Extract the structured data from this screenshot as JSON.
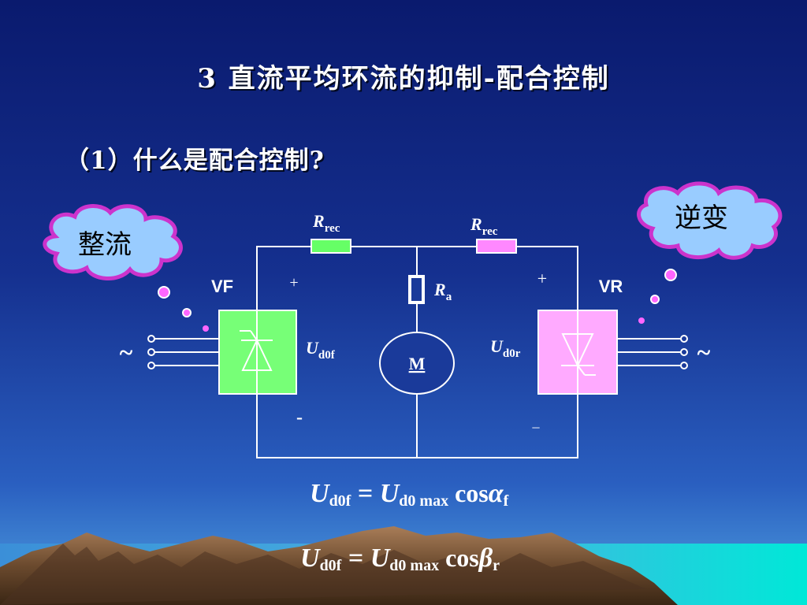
{
  "slide": {
    "title": "3  直流平均环流的抑制-配合控制",
    "subtitle": "（1）什么是配合控制?"
  },
  "bubbles": {
    "left": "整流",
    "right": "逆变"
  },
  "circuit": {
    "vf_label": "VF",
    "vr_label": "VR",
    "r_rec_left": {
      "main": "R",
      "sub": "rec"
    },
    "r_rec_right": {
      "main": "R",
      "sub": "rec"
    },
    "r_a": {
      "main": "R",
      "sub": "a"
    },
    "u_d0f": {
      "main": "U",
      "sub": "d0f"
    },
    "u_d0r": {
      "main": "U",
      "sub": "d0r"
    },
    "motor": "M",
    "ac_left": "~",
    "ac_right": "~",
    "plus_left": "+",
    "plus_right": "+",
    "minus_left": "-",
    "minus_right": "_"
  },
  "equations": {
    "eq1": {
      "lhs": "U",
      "lhs_sub": "d0f",
      "eq": " = ",
      "rhs": "U",
      "rhs_sub": "d0 max",
      "cos": " cos",
      "angle": "α",
      "angle_sub": "f"
    },
    "eq2": {
      "lhs": "U",
      "lhs_sub": "d0f",
      "eq": " = ",
      "rhs": "U",
      "rhs_sub": "d0 max",
      "cos": " cos",
      "angle": "β",
      "angle_sub": "r"
    }
  },
  "colors": {
    "background_top": "#0a1a6e",
    "background_bottom": "#3a6ec8",
    "vf_fill": "#77ff77",
    "vr_fill": "#ffaaff",
    "r_rec_left_fill": "#66ff66",
    "r_rec_right_fill": "#ff88ff",
    "bubble_fill": "#99ccff",
    "bubble_stroke": "#cc33cc"
  }
}
